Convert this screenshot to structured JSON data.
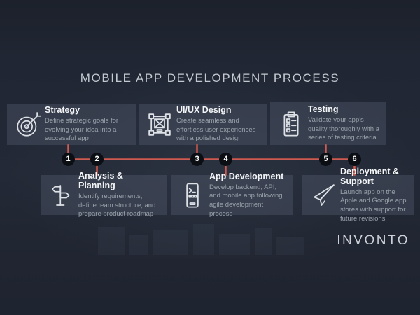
{
  "page": {
    "title": "MOBILE APP DEVELOPMENT PROCESS",
    "brand": "INVONTO"
  },
  "colors": {
    "background": "#202633",
    "card_background": "#343b48",
    "accent_line": "#d25a52",
    "node_circle": "#0b0e13",
    "heading_text": "#c4c9d0",
    "card_title_text": "#f3f5f7",
    "card_body_text": "#9aa2ad"
  },
  "steps": [
    {
      "number": "1",
      "title": "Strategy",
      "description": "Define strategic goals for evolving your idea into a successful app",
      "icon": "target-dart-icon",
      "row": "top"
    },
    {
      "number": "2",
      "title": "Analysis & Planning",
      "description": "Identify requirements, define team structure, and prepare product roadmap",
      "icon": "signpost-icon",
      "row": "bottom"
    },
    {
      "number": "3",
      "title": "UI/UX Design",
      "description": "Create seamless and effortless user experiences with a polished design",
      "icon": "artboard-icon",
      "row": "top"
    },
    {
      "number": "4",
      "title": "App Development",
      "description": "Develop backend, API, and mobile app following agile development process",
      "icon": "phone-code-icon",
      "row": "bottom"
    },
    {
      "number": "5",
      "title": "Testing",
      "description": "Validate your app's quality thoroughly with a series of testing criteria",
      "icon": "clipboard-checklist-icon",
      "row": "top"
    },
    {
      "number": "6",
      "title": "Deployment & Support",
      "description": "Launch app on the Apple and Google app stores with support for future revisions",
      "icon": "paper-plane-icon",
      "row": "bottom"
    }
  ]
}
